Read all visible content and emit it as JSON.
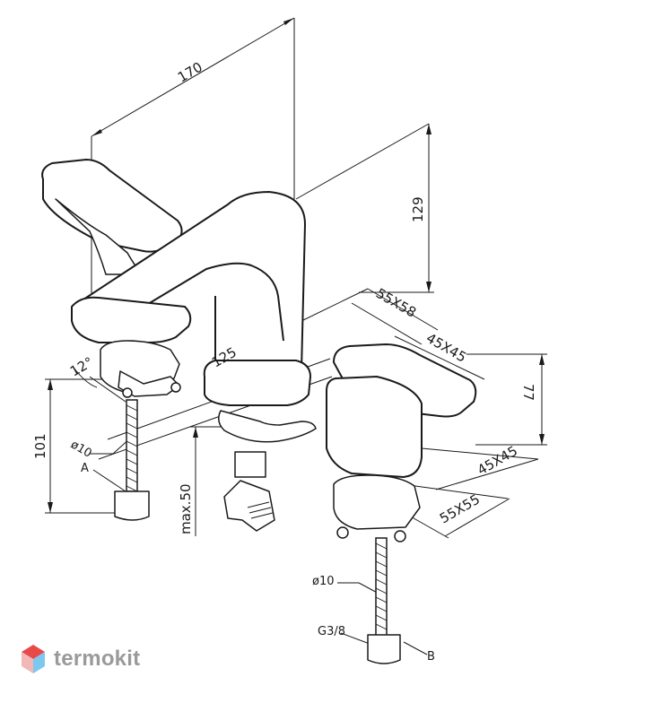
{
  "dimensions": {
    "width_170": "170",
    "height_129": "129",
    "cutout_55x58": "55X58",
    "base_45x45_top": "45X45",
    "handle_height_77": "77",
    "base_45x45_right": "45X45",
    "cutout_55x55": "55X55",
    "spout_125": "125",
    "angle_12": "12°",
    "height_101": "101",
    "max_50": "max.50",
    "hose_d10_left": "ø10",
    "hose_d10_right": "ø10",
    "thread_g38": "G3/8"
  },
  "labels": {
    "connector_a": "A",
    "connector_b": "B"
  },
  "brand": {
    "name": "termokit",
    "logo_colors": [
      "#e84a4a",
      "#7ec8f0",
      "#f2b8b8"
    ]
  }
}
